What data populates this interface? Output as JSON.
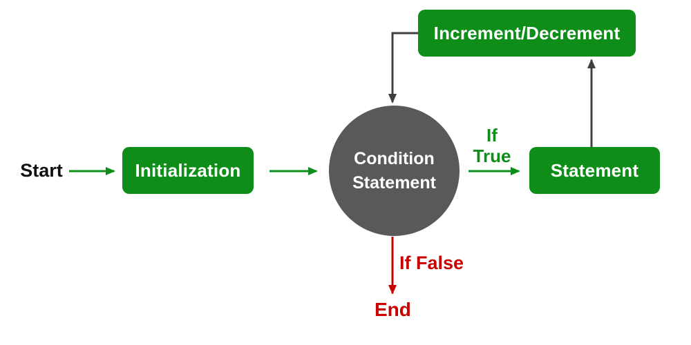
{
  "diagram": {
    "type": "flowchart",
    "topic": "Loop execution flow",
    "colors": {
      "node_green": "#0e8e19",
      "condition_gray": "#595959",
      "connector_dark": "#3f3f3f",
      "false_red": "#c80000",
      "node_text": "#ffffff",
      "start_text": "#111111"
    },
    "nodes": {
      "start": {
        "label": "Start"
      },
      "initialization": {
        "label": "Initialization"
      },
      "condition": {
        "line1": "Condition",
        "line2": "Statement"
      },
      "statement": {
        "label": "Statement"
      },
      "increment_decrement": {
        "label": "Increment/Decrement"
      },
      "end": {
        "label": "End"
      }
    },
    "edge_labels": {
      "if_true": "If\nTrue",
      "if_false": "If False"
    }
  }
}
